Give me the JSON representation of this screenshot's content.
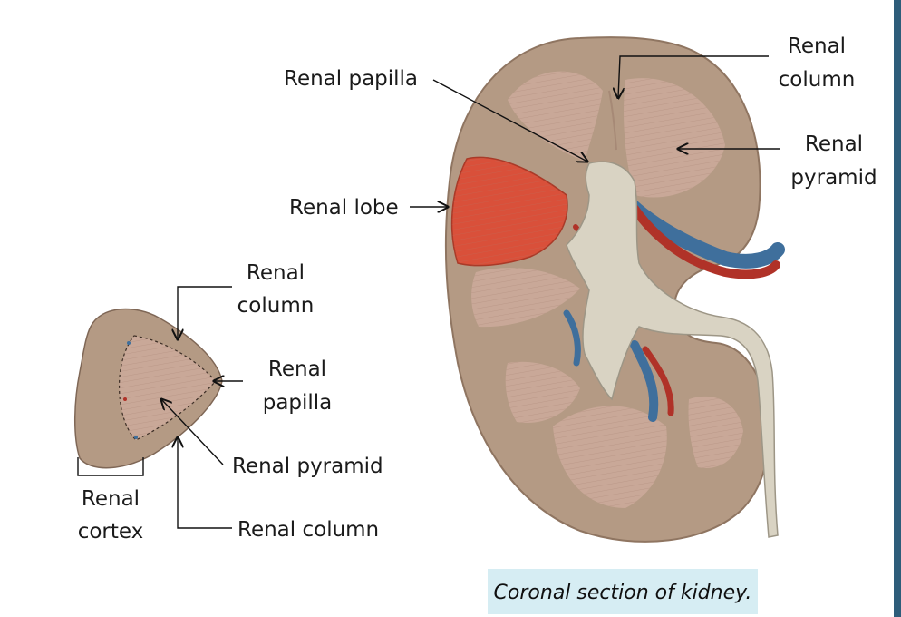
{
  "colors": {
    "cortex": "#b49a84",
    "pyramid": "#c9a898",
    "lobe": "#d9503a",
    "pelvis": "#d9d3c3",
    "artery": "#b03228",
    "vein": "#3f6f9c",
    "caption_bg": "#d6edf3",
    "edge_bar": "#2e5d7a"
  },
  "labels": {
    "kidney_renal_papilla": "Renal papilla",
    "kidney_renal_column_1": "Renal",
    "kidney_renal_column_2": "column",
    "kidney_renal_pyramid_1": "Renal",
    "kidney_renal_pyramid_2": "pyramid",
    "kidney_renal_lobe": "Renal lobe",
    "lobe_renal_column_top_1": "Renal",
    "lobe_renal_column_top_2": "column",
    "lobe_renal_papilla_1": "Renal",
    "lobe_renal_papilla_2": "papilla",
    "lobe_renal_pyramid": "Renal pyramid",
    "lobe_renal_cortex_1": "Renal",
    "lobe_renal_cortex_2": "cortex",
    "lobe_renal_column_bottom": "Renal column"
  },
  "caption": "Coronal section of kidney."
}
